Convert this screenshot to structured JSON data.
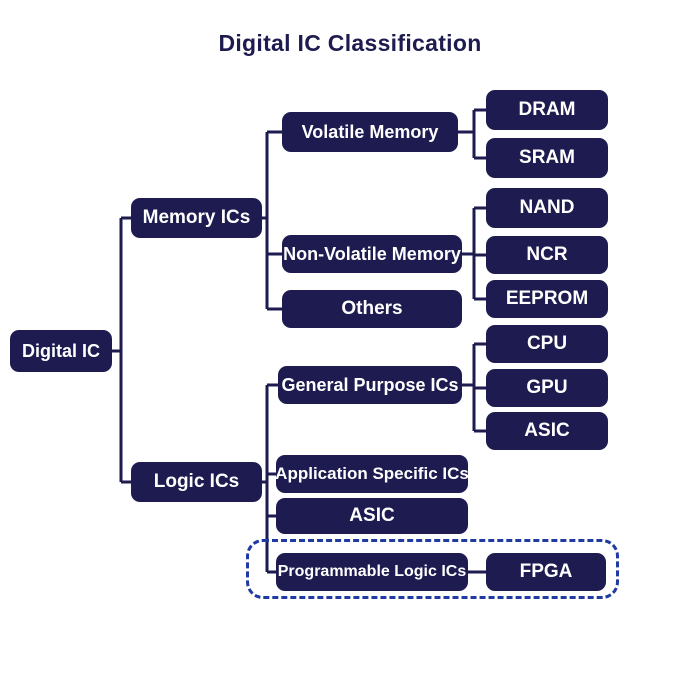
{
  "title": "Digital IC Classification",
  "colors": {
    "node_background": "#1d1b4f",
    "node_text": "#ffffff",
    "connector": "#1d1b4f",
    "dashed_group_border": "#1f3aa0",
    "page_background": "#ffffff",
    "title_text": "#1d1b4f"
  },
  "nodes": {
    "digital_ic": {
      "label": "Digital IC"
    },
    "memory_ics": {
      "label": "Memory ICs"
    },
    "logic_ics": {
      "label": "Logic ICs"
    },
    "volatile_memory": {
      "label": "Volatile Memory"
    },
    "non_volatile_memory": {
      "label": "Non-Volatile Memory"
    },
    "others": {
      "label": "Others"
    },
    "general_purpose_ics": {
      "label": "General Purpose ICs"
    },
    "application_specific_ics": {
      "label": "Application Specific ICs"
    },
    "asic_logic": {
      "label": "ASIC"
    },
    "programmable_logic_ics": {
      "label": "Programmable Logic ICs"
    },
    "dram": {
      "label": "DRAM"
    },
    "sram": {
      "label": "SRAM"
    },
    "nand": {
      "label": "NAND"
    },
    "ncr": {
      "label": "NCR"
    },
    "eeprom": {
      "label": "EEPROM"
    },
    "cpu": {
      "label": "CPU"
    },
    "gpu": {
      "label": "GPU"
    },
    "asic_general": {
      "label": "ASIC"
    },
    "fpga": {
      "label": "FPGA"
    }
  },
  "edges": [
    [
      "Digital IC",
      "Memory ICs"
    ],
    [
      "Digital IC",
      "Logic ICs"
    ],
    [
      "Memory ICs",
      "Volatile Memory"
    ],
    [
      "Memory ICs",
      "Non-Volatile Memory"
    ],
    [
      "Memory ICs",
      "Others"
    ],
    [
      "Volatile Memory",
      "DRAM"
    ],
    [
      "Volatile Memory",
      "SRAM"
    ],
    [
      "Non-Volatile Memory",
      "NAND"
    ],
    [
      "Non-Volatile Memory",
      "NCR"
    ],
    [
      "Non-Volatile Memory",
      "EEPROM"
    ],
    [
      "Logic ICs",
      "General Purpose ICs"
    ],
    [
      "Logic ICs",
      "Application Specific ICs"
    ],
    [
      "Logic ICs",
      "ASIC"
    ],
    [
      "Logic ICs",
      "Programmable Logic ICs"
    ],
    [
      "General Purpose ICs",
      "CPU"
    ],
    [
      "General Purpose ICs",
      "GPU"
    ],
    [
      "General Purpose ICs",
      "ASIC"
    ],
    [
      "Programmable Logic ICs",
      "FPGA"
    ]
  ],
  "dashed_group_members": [
    "Programmable Logic ICs",
    "FPGA"
  ]
}
